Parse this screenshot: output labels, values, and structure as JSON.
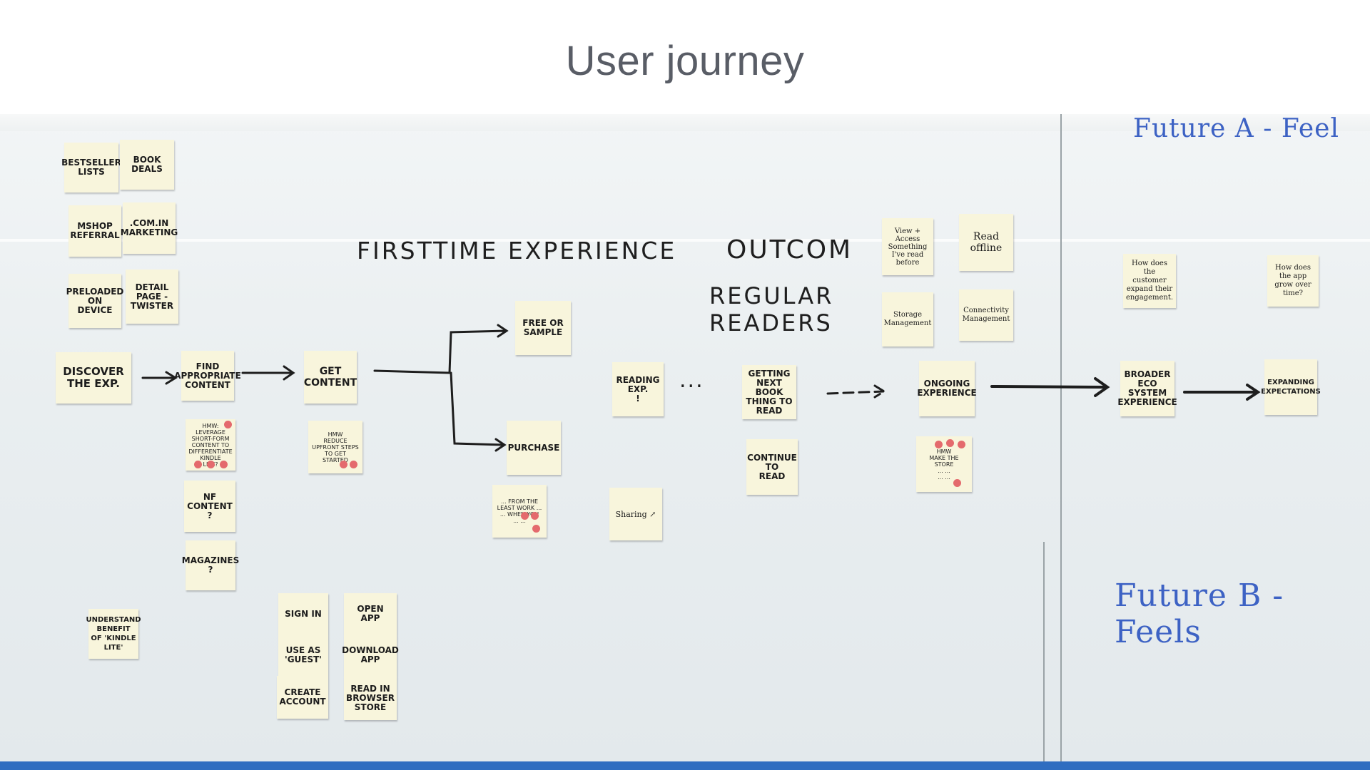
{
  "slide": {
    "title": "User journey",
    "accent_color": "#2f6dc0"
  },
  "board": {
    "headings": {
      "first_time": "FIRSTTIME EXPERIENCE",
      "outcom": "OUTCOM",
      "regular_readers": "REGULAR\nREADERS",
      "future_a": "Future A - Feel",
      "future_b": "Future B -Feels",
      "ellipsis": "..."
    },
    "stickies": {
      "bestseller": "BESTSELLER\nLISTS",
      "book_deals": "BOOK\nDEALS",
      "mshop": "MSHOP\nREFERRAL",
      "com_in": ".COM.IN\nMARKETING",
      "preloaded": "PRELOADED\nON\nDEVICE",
      "detail_page": "DETAIL\nPAGE -\nTWISTER",
      "discover": "DISCOVER\nTHE EXP.",
      "find_content": "FIND\nAPPROPRIATE\nCONTENT",
      "hmw_1": "HMW:\nleverage short-form\ncontent to\ndifferentiate Kindle\nLite?",
      "nf_content": "NF\nCONTENT\n?",
      "magazines": "MAGAZINES\n?",
      "understand": "UNDERSTAND\nBENEFIT\nOF 'KINDLE\nLITE'",
      "get_content": "GET\nCONTENT",
      "hmw_2": "HMW\nREDUCE\nUPFRONT STEPS\nTO GET\nSTARTED",
      "sign_in": "SIGN IN",
      "use_guest": "USE AS\n'GUEST'",
      "create_account": "CREATE\nACCOUNT",
      "open_app": "OPEN\nAPP",
      "download_app": "DOWNLOAD\nAPP",
      "read_browser": "READ IN\nBROWSER\nSTORE",
      "free_sample": "FREE OR\nSAMPLE",
      "purchase": "PURCHASE",
      "purchase_note": "... from the\nleast work ...\n... when you\n... ...",
      "reading_exp": "READING\nEXP.\n!",
      "sharing": "Sharing ↗",
      "getting_next": "GETTING\nNEXT\nBOOK\nThing to read",
      "continue_read": "CONTINUE\nTO\nREAD",
      "view_access": "View +\nAccess\nSomething\nI've read\nbefore",
      "read_offline": "Read\noffline",
      "storage": "Storage\nManagement",
      "connectivity": "Connectivity\nManagement",
      "ongoing": "ONGOING\nEXPERIENCE",
      "hmw_3": "HMW\nmake the store\n... ...\n... ...",
      "broader": "BROADER\nECO SYSTEM\nEXPERIENCE",
      "expanding": "EXPANDING\nEXPECTATIONS",
      "expand_engage": "How does\nthe customer\nexpand their\nengagement.",
      "grow_time": "How does\nthe app\ngrow over\ntime?"
    }
  }
}
